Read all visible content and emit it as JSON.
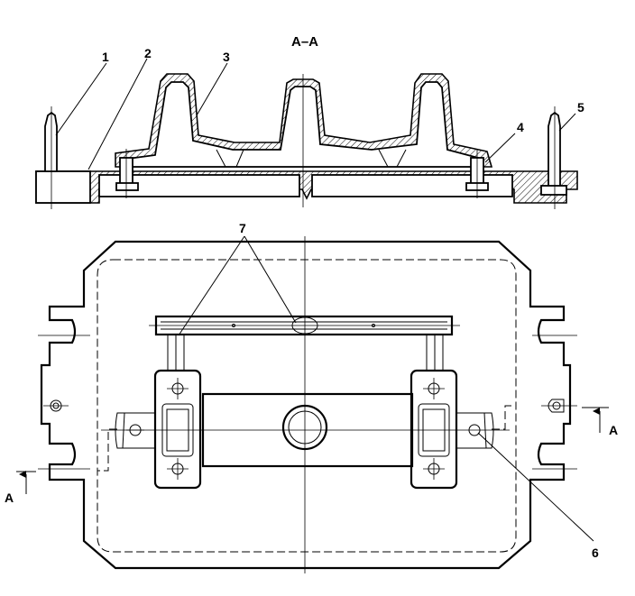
{
  "section_title": "A–A",
  "section_mark": "A",
  "callouts": [
    "1",
    "2",
    "3",
    "4",
    "5",
    "6",
    "7"
  ]
}
